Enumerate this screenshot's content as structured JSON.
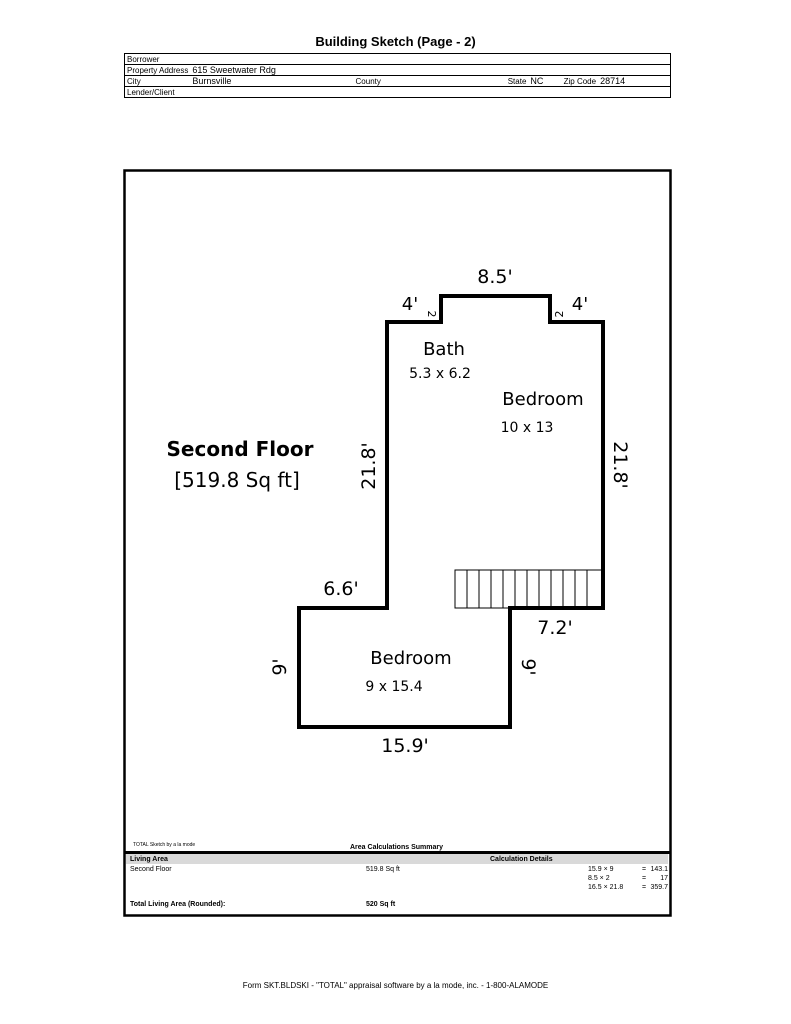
{
  "title": "Building Sketch (Page - 2)",
  "header": {
    "borrower_label": "Borrower",
    "borrower": "",
    "address_label": "Property Address",
    "address": "615 Sweetwater Rdg",
    "city_label": "City",
    "city": "Burnsville",
    "county_label": "County",
    "county": "",
    "state_label": "State",
    "state": "NC",
    "zip_label": "Zip Code",
    "zip": "28714",
    "lender_label": "Lender/Client",
    "lender": ""
  },
  "sketch": {
    "floor_name": "Second Floor",
    "floor_area": "[519.8 Sq ft]",
    "dims": {
      "top": "8.5'",
      "top_left": "4'",
      "top_left_small": "2",
      "top_right": "4'",
      "top_right_small": "2",
      "left_upper": "21.8'",
      "right": "21.8'",
      "left_step": "6.6'",
      "right_step": "7.2'",
      "left_lower": "9'",
      "right_lower": "9'",
      "bottom": "15.9'"
    },
    "rooms": [
      {
        "name": "Bath",
        "size": "5.3 x 6.2"
      },
      {
        "name": "Bedroom",
        "size": "10 x 13"
      },
      {
        "name": "Bedroom",
        "size": "9 x 15.4"
      }
    ]
  },
  "summary": {
    "credit": "TOTAL Sketch by a la mode",
    "title": "Area Calculations Summary",
    "col_living": "Living Area",
    "col_details": "Calculation Details",
    "row_name": "Second Floor",
    "row_area": "519.8 Sq ft",
    "calcs": [
      {
        "expr": "15.9 × 9",
        "eq": "=",
        "val": "143.1"
      },
      {
        "expr": "8.5 × 2",
        "eq": "=",
        "val": "17"
      },
      {
        "expr": "16.5 × 21.8",
        "eq": "=",
        "val": "359.7"
      }
    ],
    "total_label": "Total Living Area (Rounded):",
    "total": "520 Sq ft"
  },
  "footer": "Form SKT.BLDSKI - \"TOTAL\" appraisal software by a la mode, inc. - 1-800-ALAMODE"
}
